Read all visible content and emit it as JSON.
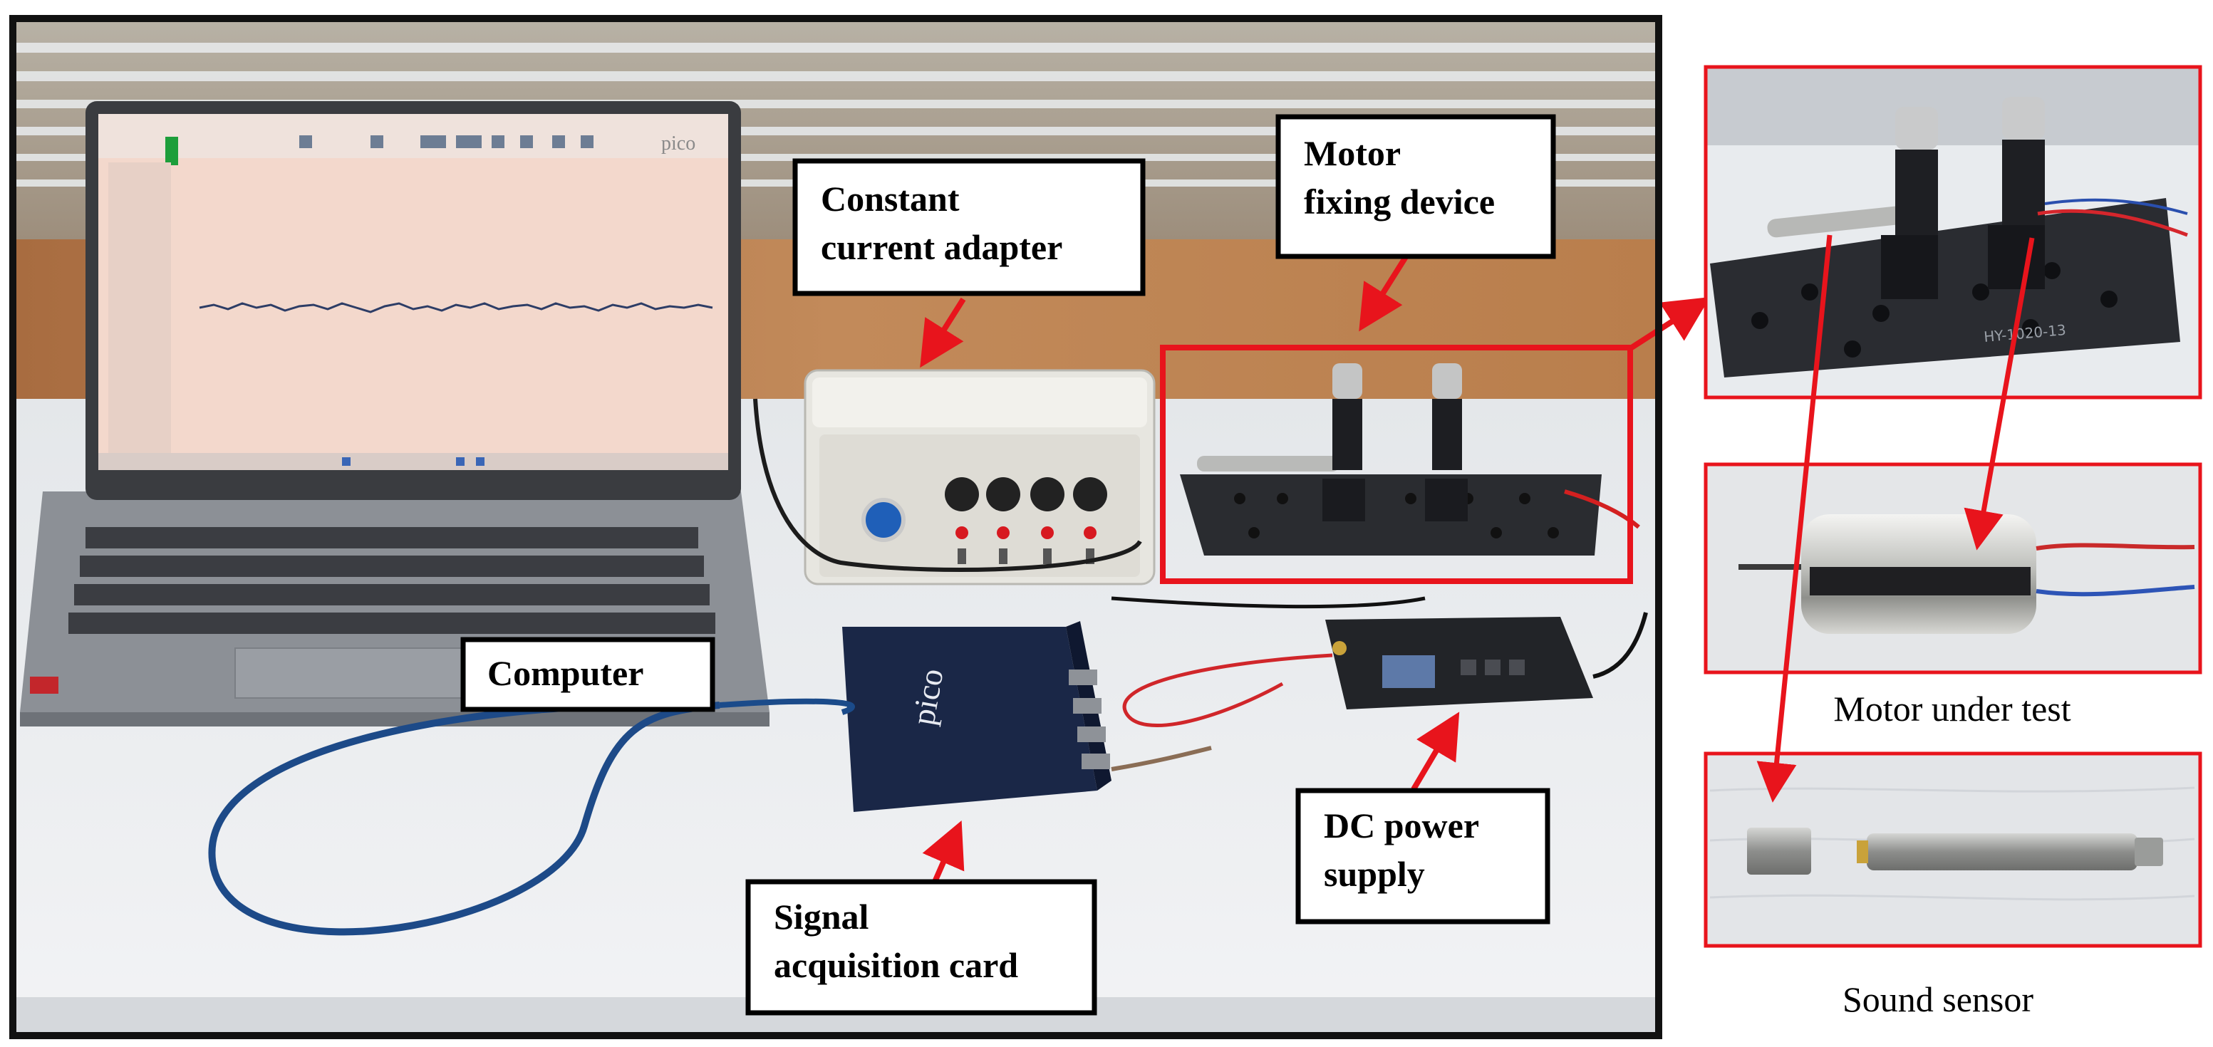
{
  "labels": {
    "motor_fixing": [
      "Motor",
      "fixing device"
    ],
    "constant_current": [
      "Constant",
      "current adapter"
    ],
    "computer": "Computer",
    "signal_card": [
      "Signal",
      "acquisition card"
    ],
    "dc_power": [
      "DC power",
      "supply"
    ]
  },
  "captions": {
    "motor": "Motor under test",
    "sensor": "Sound sensor"
  },
  "device_text": {
    "pico_screen": "pico",
    "pico_card": "pico",
    "rack_model": "HY-1020-13"
  },
  "colors": {
    "callout_red": "#e8141c",
    "frame_black": "#111111"
  }
}
